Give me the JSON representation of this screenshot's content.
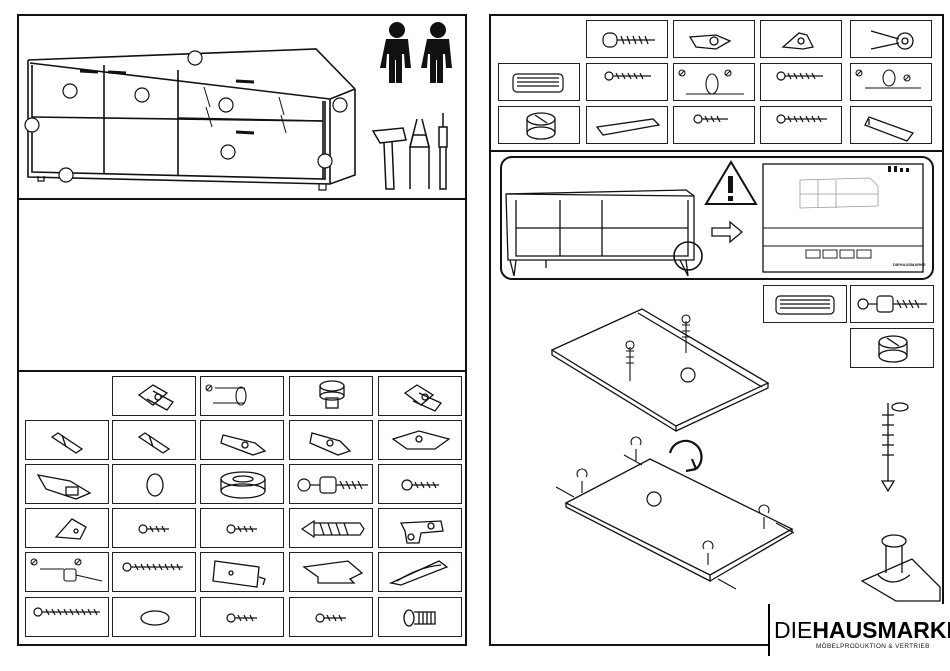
{
  "brand": {
    "prefix": "DIE",
    "name": "HAUSMARKE",
    "tagline": "MÖBELPRODUKTION & VERTRIEB",
    "mini": "DIEHAUSMARKE"
  },
  "icons": {
    "left_parts": [
      "hinge-icon",
      "dowel-pin-icon",
      "leveling-foot-icon",
      "hinge-icon",
      "hinge-plate-icon",
      "hinge-plate-icon",
      "hinge-arm-icon",
      "hinge-arm-icon",
      "hinge-arm-icon",
      "hinge-arm-icon",
      "cam-lock-icon",
      "cap-icon",
      "magnet-icon",
      "cam-bolt-icon",
      "screw-icon",
      "wedge-icon",
      "screw-icon",
      "screw-icon",
      "wall-plug-icon",
      "bracket-icon",
      "dowel-pin-icon",
      "long-screw-icon",
      "damper-icon",
      "shelf-icon",
      "handle-icon",
      "long-screw-icon",
      "glide-icon",
      "screw-icon",
      "screw-icon",
      "bolt-icon"
    ],
    "right_parts": [
      "screw-icon",
      "bracket-icon",
      "bracket-icon",
      "connector-icon",
      "dowel-icon",
      "screw-icon",
      "dowel-pin-icon",
      "screw-icon",
      "connector-icon",
      "cam-lock-icon",
      "plate-icon",
      "screw-icon",
      "screw-icon",
      "cam-clip-icon"
    ]
  },
  "colors": {
    "ink": "#111111",
    "paper": "#ffffff",
    "accent": "#000000"
  }
}
